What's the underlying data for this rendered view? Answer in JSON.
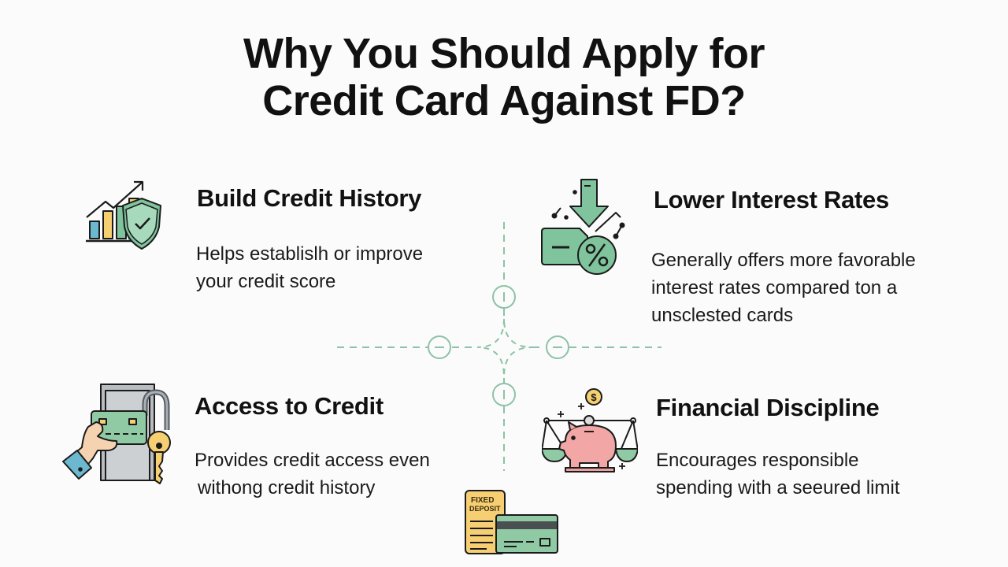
{
  "title": {
    "line1": "Why You Should Apply for",
    "line2": "Credit Card Against FD?"
  },
  "features": [
    {
      "id": "build-credit-history",
      "heading": "Build Credit History",
      "desc_lines": [
        "Helps establislh or improve",
        "your credit score"
      ],
      "icon": "chart-shield-icon"
    },
    {
      "id": "lower-interest-rates",
      "heading": "Lower Interest Rates",
      "desc_lines": [
        "Generally offers more favorable",
        "interest rates compared ton a",
        "unsclested cards"
      ],
      "icon": "percent-down-arrow-icon"
    },
    {
      "id": "access-to-credit",
      "heading": "Access to Credit",
      "desc_lines": [
        "Provides credit access even",
        "withong credit history"
      ],
      "icon": "hand-card-key-icon"
    },
    {
      "id": "financial-discipline",
      "heading": "Financial Discipline",
      "desc_lines": [
        "Encourages responsible",
        "spending with a seeured limit"
      ],
      "icon": "piggy-bank-scale-icon"
    }
  ],
  "bottom_icon": {
    "label_line1": "FIXED",
    "label_line2": "DEPOSIT",
    "icon": "fixed-deposit-card-icon"
  },
  "colors": {
    "accent_green": "#7fc49c",
    "connector_green": "#8cc2a6",
    "yellow": "#f6cf72",
    "blue": "#6bb8cf",
    "pink": "#f2a6a6",
    "text": "#111111",
    "background": "#fbfbfb"
  }
}
